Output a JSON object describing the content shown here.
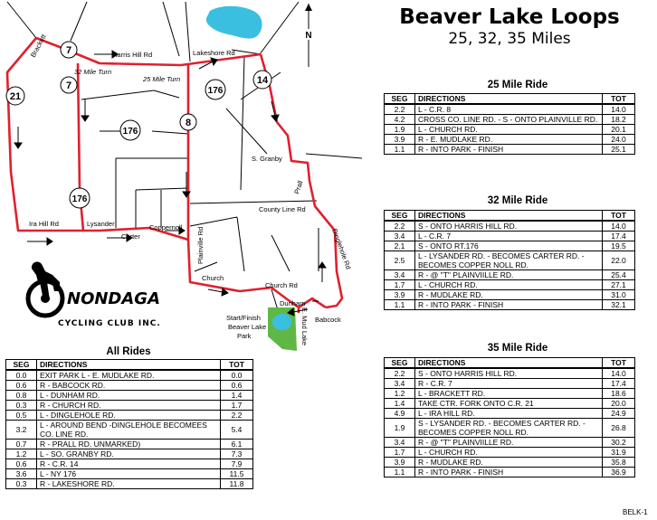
{
  "title": "Beaver Lake Loops",
  "subtitle": "25, 32, 35 Miles",
  "map": {
    "road_labels": {
      "brackett": "Brackett",
      "harris_hill": "Harris Hill Rd",
      "lakeshore": "Lakeshore Rd",
      "turn32": "32 Mile Turn",
      "turn25": "25 Mile Turn",
      "s_granby": "S. Granby",
      "prall": "Prall",
      "county_line": "County Line Rd",
      "ira_hill": "Ira Hill Rd",
      "lysander": "Lysander",
      "carter": "Carter",
      "coppernoll": "Coppernoll",
      "plainville": "Plainville Rd",
      "dinglehole": "Dinglehole Rd",
      "church": "Church",
      "church_rd": "Church Rd",
      "dunham": "Dunham",
      "babcock": "Babcock",
      "e_mud_lake": "E. Mud Lake",
      "park1": "Start/Finish",
      "park2": "Beaver Lake",
      "park3": "Park"
    },
    "route_shields": [
      "7",
      "7",
      "21",
      "176",
      "176",
      "176",
      "8",
      "14"
    ],
    "north_label": "N",
    "club": {
      "name": "NONDAGA",
      "sub": "CYCLING CLUB INC."
    },
    "colors": {
      "route": "#e0202e",
      "water": "#3bbfe0",
      "park": "#5fb845"
    }
  },
  "tables": {
    "r25": {
      "title": "25 Mile Ride",
      "headers": [
        "SEG",
        "DIRECTIONS",
        "TOT"
      ],
      "rows": [
        [
          "2.2",
          "L - C.R. 8",
          "14.0"
        ],
        [
          "4.2",
          "CROSS CO. LINE RD. - S - ONTO PLAINVILLE RD.",
          "18.2"
        ],
        [
          "1.9",
          "L - CHURCH RD.",
          "20.1"
        ],
        [
          "3.9",
          "R - E. MUDLAKE RD.",
          "24.0"
        ],
        [
          "1.1",
          "R - INTO PARK - FINISH",
          "25.1"
        ]
      ]
    },
    "r32": {
      "title": "32 Mile Ride",
      "headers": [
        "SEG",
        "DIRECTIONS",
        "TOT"
      ],
      "rows": [
        [
          "2.2",
          "S - ONTO HARRIS HILL RD.",
          "14.0"
        ],
        [
          "3.4",
          "L - C.R. 7",
          "17.4"
        ],
        [
          "2.1",
          "S - ONTO RT.176",
          "19.5"
        ],
        [
          "2.5",
          "L - LYSANDER RD. - BECOMES CARTER RD. - BECOMES COPPER NOLL RD.",
          "22.0"
        ],
        [
          "3.4",
          "R - @ \"T\" PLAINVIILLE RD.",
          "25.4"
        ],
        [
          "1.7",
          "L - CHURCH RD.",
          "27.1"
        ],
        [
          "3.9",
          "R - MUDLAKE RD.",
          "31.0"
        ],
        [
          "1.1",
          "R - INTO PARK - FINISH",
          "32.1"
        ]
      ]
    },
    "r35": {
      "title": "35 Mile Ride",
      "headers": [
        "SEG",
        "DIRECTIONS",
        "TOT"
      ],
      "rows": [
        [
          "2.2",
          "S - ONTO HARRIS HILL RD.",
          "14.0"
        ],
        [
          "3.4",
          "R - C.R. 7",
          "17.4"
        ],
        [
          "1.2",
          "L - BRACKETT RD.",
          "18.6"
        ],
        [
          "1.4",
          "TAKE CTR. FORK ONTO C.R. 21",
          "20.0"
        ],
        [
          "4.9",
          "L - IRA HILL RD.",
          "24.9"
        ],
        [
          "1.9",
          "S - LYSANDER RD. - BECOMES CARTER RD. - BECOMES COPPER NOLL RD.",
          "26.8"
        ],
        [
          "3.4",
          "R - @ \"T\" PLAINVIILLE RD.",
          "30.2"
        ],
        [
          "1.7",
          "L - CHURCH RD.",
          "31.9"
        ],
        [
          "3.9",
          "R - MUDLAKE RD.",
          "35.8"
        ],
        [
          "1.1",
          "R - INTO PARK - FINISH",
          "36.9"
        ]
      ]
    },
    "all": {
      "title": "All Rides",
      "headers": [
        "SEG",
        "DIRECTIONS",
        "TOT"
      ],
      "rows": [
        [
          "0.0",
          "EXIT PARK L - E. MUDLAKE RD.",
          "0.0"
        ],
        [
          "0.6",
          "R - BABCOCK RD.",
          "0.6"
        ],
        [
          "0.8",
          "L - DUNHAM RD.",
          "1.4"
        ],
        [
          "0.3",
          "R - CHURCH RD.",
          "1.7"
        ],
        [
          "0.5",
          "L - DINGLEHOLE RD.",
          "2.2"
        ],
        [
          "3.2",
          "L - AROUND BEND -DINGLEHOLE BECOMEES CO. LINE RD.",
          "5.4"
        ],
        [
          "0.7",
          "R - PRALL RD. UNMARKED)",
          "6.1"
        ],
        [
          "1.2",
          "L - SO. GRANBY RD.",
          "7.3"
        ],
        [
          "0.6",
          "R - C.R. 14",
          "7.9"
        ],
        [
          "3.6",
          "L - NY 176",
          "11.5"
        ],
        [
          "0.3",
          "R - LAKESHORE RD.",
          "11.8"
        ]
      ]
    }
  },
  "code": "BELK-1"
}
